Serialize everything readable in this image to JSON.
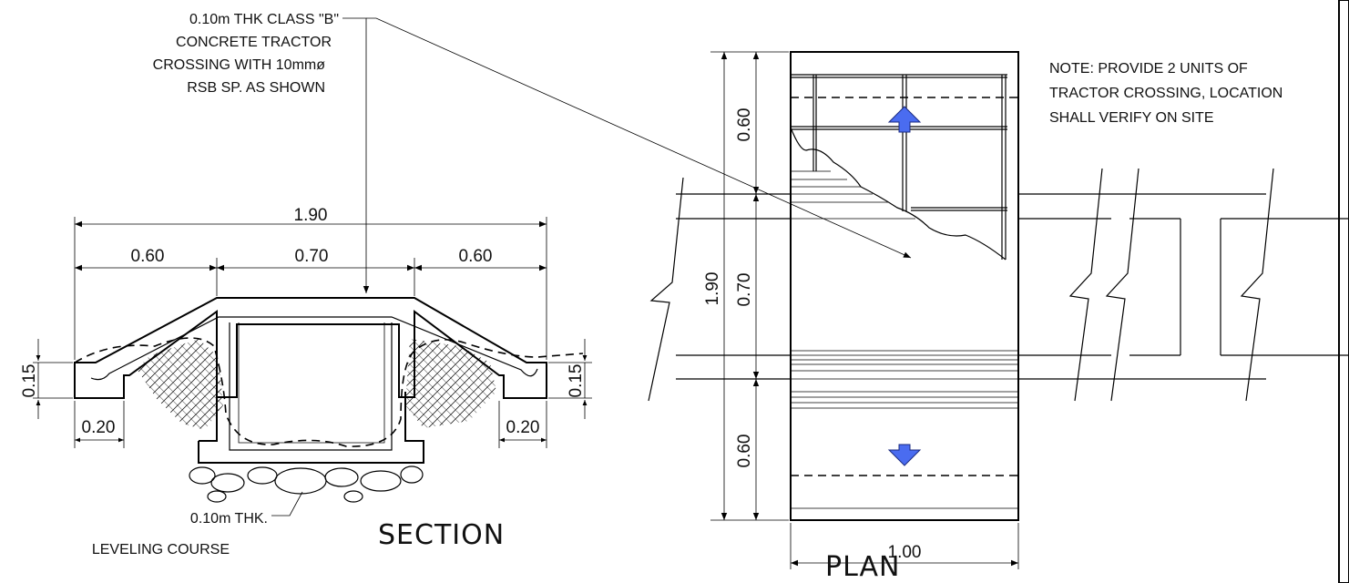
{
  "notes": {
    "crossing_line1": "0.10m THK CLASS \"B\"",
    "crossing_line2": "CONCRETE TRACTOR",
    "crossing_line3": "CROSSING  WITH 10mmø",
    "crossing_line4": "RSB SP. AS SHOWN",
    "leveling_line1": "0.10m THK.",
    "leveling_line2": "LEVELING COURSE",
    "plan_note_line1": "NOTE: PROVIDE 2 UNITS OF",
    "plan_note_line2": "TRACTOR CROSSING, LOCATION",
    "plan_note_line3": "SHALL VERIFY ON SITE"
  },
  "section": {
    "title": "SECTION",
    "dims": {
      "overall": "1.90",
      "left": "0.60",
      "middle": "0.70",
      "right": "0.60",
      "left_height": "0.15",
      "right_height": "0.15",
      "left_toe": "0.20",
      "right_toe": "0.20"
    }
  },
  "plan": {
    "title": "PLAN",
    "dims": {
      "width": "1.00",
      "overall": "1.90",
      "top": "0.60",
      "middle": "0.70",
      "bottom": "0.60"
    }
  },
  "colors": {
    "arrow_fill": "#4a6cf0",
    "line": "#000000"
  }
}
